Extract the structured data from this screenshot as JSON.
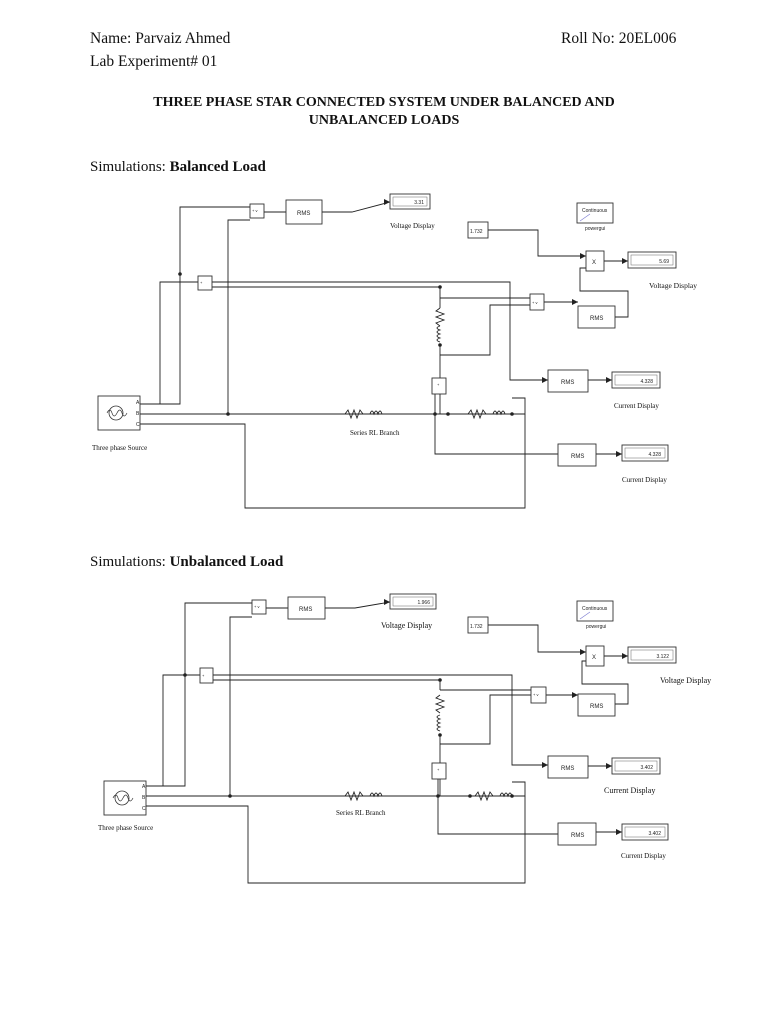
{
  "header": {
    "name": "Name: Parvaiz Ahmed",
    "roll": "Roll No: 20EL006",
    "experiment": "Lab Experiment# 01"
  },
  "title": {
    "line1": "THREE PHASE STAR CONNECTED SYSTEM UNDER BALANCED AND",
    "line2": "UNBALANCED LOADS"
  },
  "sections": [
    {
      "prefix": "Simulations: ",
      "heading": "Balanced Load",
      "voltage_display_value": "3.31",
      "voltage_display_label": "Voltage Display",
      "line_voltage_value": "5.69",
      "line_voltage_label": "Voltage Display",
      "current_display_1_value": "4.328",
      "current_display_1_label": "Current Display",
      "current_display_2_value": "4.328",
      "current_display_2_label": "Current Display",
      "constant_value": "1.732",
      "powergui_title": "Continuous",
      "powergui_label": "powergui",
      "rms_label": "RMS",
      "product_label": "X",
      "source_label": "Three phase Source",
      "branch_label": "Series RL Branch"
    },
    {
      "prefix": "Simulations: ",
      "heading": "Unbalanced Load",
      "voltage_display_value": "1.966",
      "voltage_display_label": "Voltage Display",
      "line_voltage_value": "3.122",
      "line_voltage_label": "Voltage Display",
      "current_display_1_value": "3.402",
      "current_display_1_label": "Current Display",
      "current_display_2_value": "3.402",
      "current_display_2_label": "Current Display",
      "constant_value": "1.732",
      "powergui_title": "Continuous",
      "powergui_label": "powergui",
      "rms_label": "RMS",
      "product_label": "X",
      "source_label": "Three phase Source",
      "branch_label": "Series RL Branch"
    }
  ]
}
